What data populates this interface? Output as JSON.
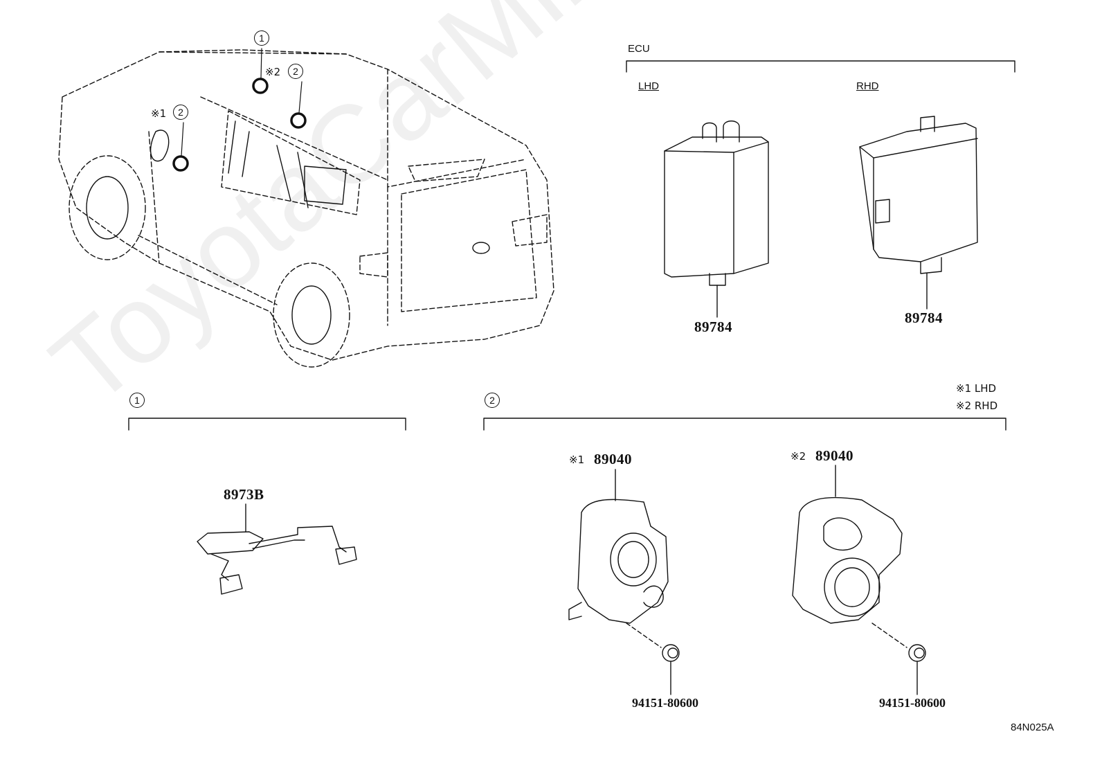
{
  "watermark": "ToyotaCarMiner.ru",
  "ecu": {
    "title": "ECU",
    "lhd_label": "LHD",
    "rhd_label": "RHD",
    "lhd_part": "89784",
    "rhd_part": "89784"
  },
  "car_callouts": {
    "c1": "1",
    "c2a": "2",
    "c2b": "2",
    "mark1": "※1",
    "mark2": "※2"
  },
  "group1": {
    "index": "1",
    "part": "8973B"
  },
  "group2": {
    "index": "2",
    "legend1": "※1 LHD",
    "legend2": "※2 RHD",
    "left": {
      "mark": "※1",
      "part": "89040",
      "clip": "94151-80600"
    },
    "right": {
      "mark": "※2",
      "part": "89040",
      "clip": "94151-80600"
    }
  },
  "diagram_code": "84N025A"
}
